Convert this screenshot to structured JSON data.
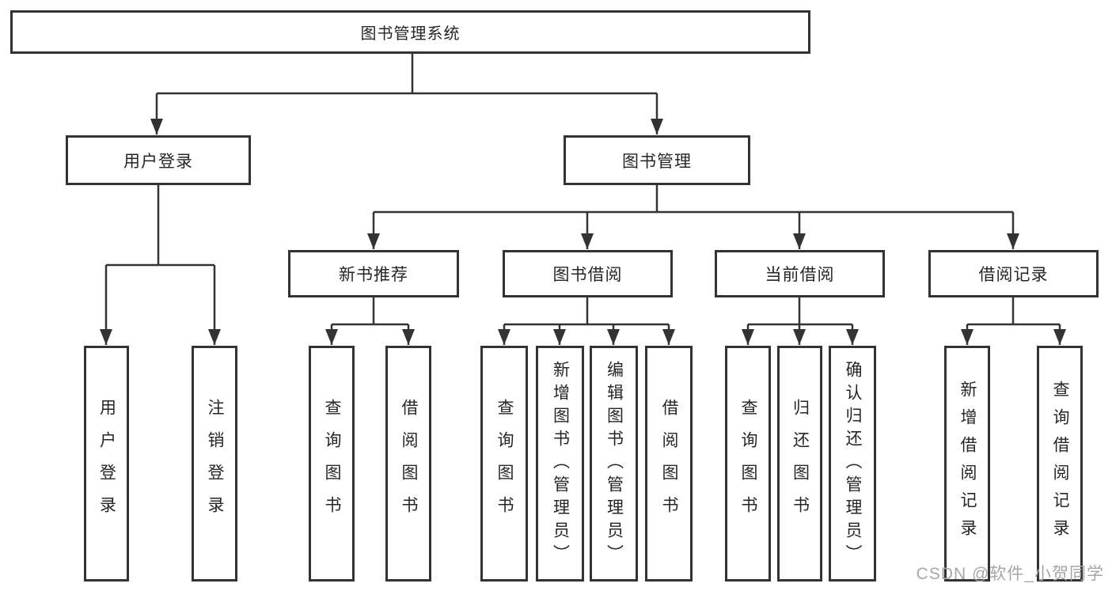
{
  "diagram": {
    "root": {
      "label": "图书管理系统"
    },
    "level2": {
      "user_login": {
        "label": "用户登录"
      },
      "book_mgmt": {
        "label": "图书管理"
      }
    },
    "level3": {
      "new_book_rec": {
        "label": "新书推荐"
      },
      "book_borrow": {
        "label": "图书借阅"
      },
      "current_borrow": {
        "label": "当前借阅"
      },
      "borrow_record": {
        "label": "借阅记录"
      }
    },
    "leaves": {
      "user_login": [
        {
          "label": "用户登录"
        },
        {
          "label": "注销登录"
        }
      ],
      "new_book_rec": [
        {
          "label": "查询图书"
        },
        {
          "label": "借阅图书"
        }
      ],
      "book_borrow": [
        {
          "label": "查询图书"
        },
        {
          "label": "新增图书（管理员）"
        },
        {
          "label": "编辑图书（管理员）"
        },
        {
          "label": "借阅图书"
        }
      ],
      "current_borrow": [
        {
          "label": "查询图书"
        },
        {
          "label": "归还图书"
        },
        {
          "label": "确认归还（管理员）"
        }
      ],
      "borrow_record": [
        {
          "label": "新增借阅记录"
        },
        {
          "label": "查询借阅记录"
        }
      ]
    },
    "line_color": "#333333",
    "box_background": "#ffffff"
  },
  "watermark": {
    "text": "CSDN @软件_小贺同学",
    "color": "#a6a6aa"
  }
}
